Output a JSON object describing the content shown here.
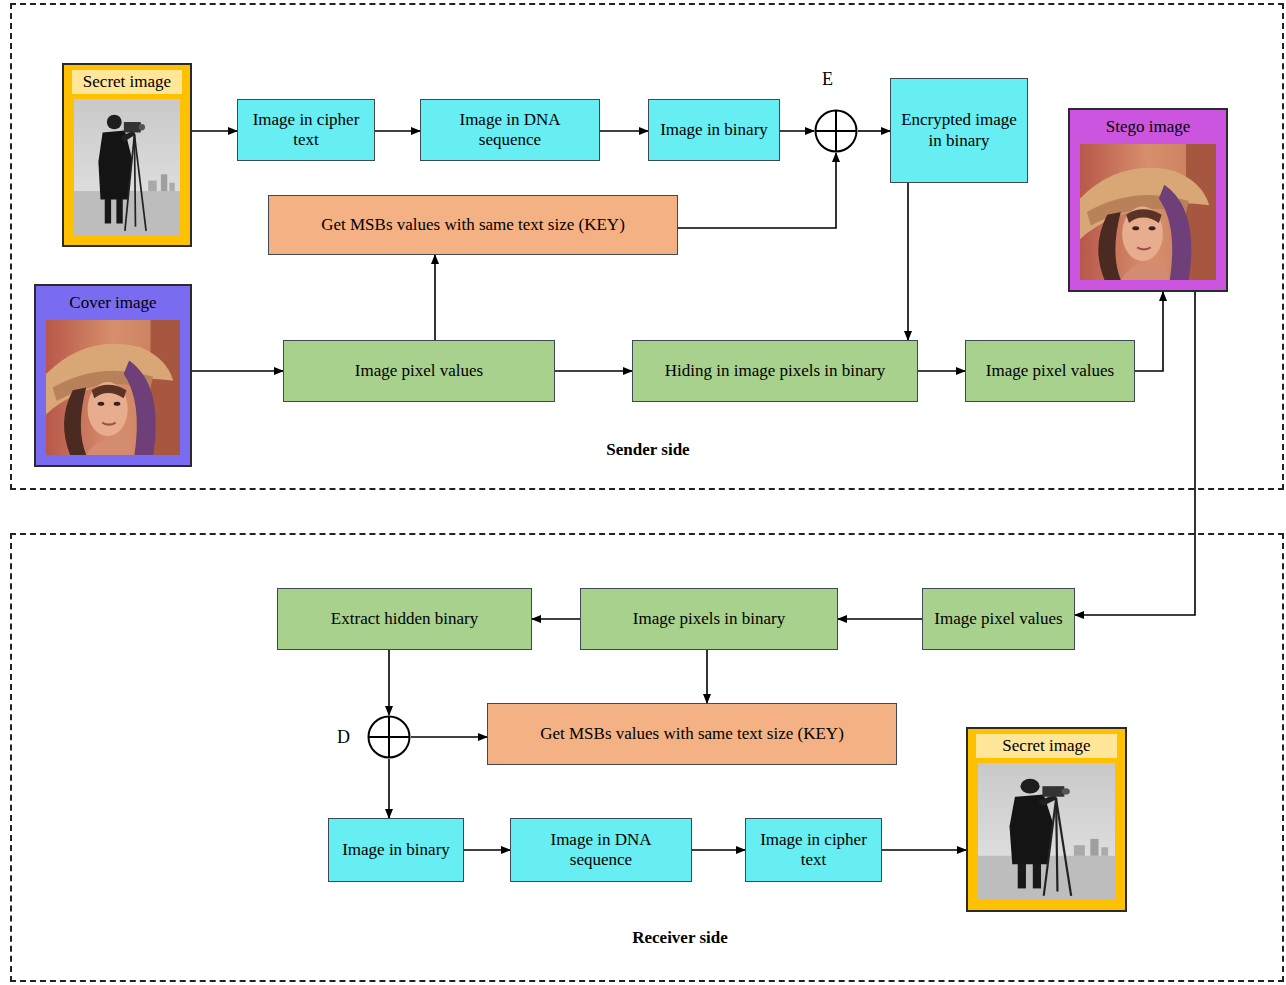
{
  "diagram": {
    "nodes": [
      {
        "text": [
          "Sender side"
        ]
      },
      {
        "text": [
          "Secret image"
        ],
        "in": 0
      },
      {
        "text": [
          "Image in cipher text"
        ],
        "in": 0
      },
      {
        "text": [
          "Image in DNA sequence"
        ],
        "in": 0
      },
      {
        "text": [
          "Image in binary"
        ],
        "in": 0
      },
      {
        "text": [
          "E"
        ],
        "in": 0
      },
      {
        "text": [
          "Encrypted image in binary"
        ],
        "in": 0
      },
      {
        "text": [
          "Stego image"
        ],
        "in": 0
      },
      {
        "text": [
          "Get MSBs values with same text size (KEY)"
        ],
        "in": 0
      },
      {
        "text": [
          "Cover image"
        ],
        "in": 0
      },
      {
        "text": [
          "Image pixel values"
        ],
        "in": 0
      },
      {
        "text": [
          "Hiding in image pixels in binary"
        ],
        "in": 0
      },
      {
        "text": [
          "Image pixel values"
        ],
        "in": 0
      },
      {
        "text": [
          "Receiver side"
        ]
      },
      {
        "text": [
          "Extract hidden binary"
        ],
        "in": 13
      },
      {
        "text": [
          "Image pixels in binary"
        ],
        "in": 13
      },
      {
        "text": [
          "Image pixel values"
        ],
        "in": 13
      },
      {
        "text": [
          "D"
        ],
        "in": 13
      },
      {
        "text": [
          "Get MSBs values with same text size (KEY)"
        ],
        "in": 13
      },
      {
        "text": [
          "Image in binary"
        ],
        "in": 13
      },
      {
        "text": [
          "Image in DNA sequence"
        ],
        "in": 13
      },
      {
        "text": [
          "Image in cipher text"
        ],
        "in": 13
      },
      {
        "text": [
          "Secret image"
        ],
        "in": 13
      }
    ],
    "edges": [
      {
        "from": 1,
        "to": 2,
        "arrow": "to"
      },
      {
        "from": 2,
        "to": 3,
        "arrow": "to"
      },
      {
        "from": 3,
        "to": 4,
        "arrow": "to"
      },
      {
        "from": 4,
        "to": 5,
        "arrow": "to"
      },
      {
        "from": 5,
        "to": 6,
        "arrow": "to"
      },
      {
        "from": 8,
        "to": 5,
        "arrow": "to"
      },
      {
        "from": 9,
        "to": 10,
        "arrow": "to"
      },
      {
        "from": 10,
        "to": 8,
        "arrow": "to"
      },
      {
        "from": 10,
        "to": 11,
        "arrow": "to"
      },
      {
        "from": 6,
        "to": 11,
        "arrow": "to"
      },
      {
        "from": 11,
        "to": 12,
        "arrow": "to"
      },
      {
        "from": 12,
        "to": 7,
        "arrow": "to"
      },
      {
        "from": 7,
        "to": 16,
        "arrow": "to"
      },
      {
        "from": 16,
        "to": 15,
        "arrow": "to"
      },
      {
        "from": 15,
        "to": 14,
        "arrow": "to"
      },
      {
        "from": 15,
        "to": 18,
        "arrow": "to"
      },
      {
        "from": 14,
        "to": 17,
        "arrow": "to"
      },
      {
        "from": 17,
        "to": 18,
        "arrow": "to"
      },
      {
        "from": 17,
        "to": 19,
        "arrow": "to"
      },
      {
        "from": 19,
        "to": 20,
        "arrow": "to"
      },
      {
        "from": 20,
        "to": 21,
        "arrow": "to"
      },
      {
        "from": 21,
        "to": 22,
        "arrow": "to"
      }
    ]
  }
}
